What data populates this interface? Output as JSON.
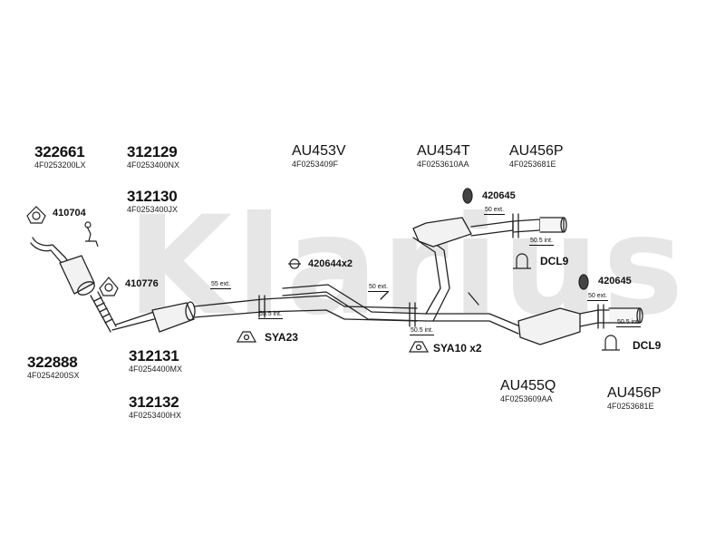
{
  "watermark": "Klarius",
  "parts": {
    "p322661": {
      "number": "322661",
      "oem": "4F0253200LX"
    },
    "p312129": {
      "number": "312129",
      "oem": "4F0253400NX"
    },
    "p312130": {
      "number": "312130",
      "oem": "4F0253400JX"
    },
    "p322888": {
      "number": "322888",
      "oem": "4F0254200SX"
    },
    "p312131": {
      "number": "312131",
      "oem": "4F0254400MX"
    },
    "p312132": {
      "number": "312132",
      "oem": "4F0253400HX"
    },
    "au453v": {
      "code": "AU453V",
      "oem": "4F0253409F"
    },
    "au454t": {
      "code": "AU454T",
      "oem": "4F0253610AA"
    },
    "au456p_top": {
      "code": "AU456P",
      "oem": "4F0253681E"
    },
    "au455q": {
      "code": "AU455Q",
      "oem": "4F0253609AA"
    },
    "au456p_bottom": {
      "code": "AU456P",
      "oem": "4F0253681E"
    }
  },
  "hardware": {
    "h410704": "410704",
    "h410776": "410776",
    "h420644": "420644x2",
    "h420645_top": "420645",
    "h420645_bottom": "420645",
    "hdcl9_top": "DCL9",
    "hdcl9_bottom": "DCL9",
    "hsya23": "SYA23",
    "hsya10": "SYA10 x2"
  },
  "measurements": {
    "m55ext": "55 ext.",
    "m55_5int": "55.5 int.",
    "m50ext_mid": "50 ext.",
    "m50_5int_mid": "50.5 int.",
    "m50ext_top": "50 ext.",
    "m50_5int_top": "50.5 int.",
    "m50ext_bot": "50 ext.",
    "m50_5int_bot": "50.5 int."
  }
}
